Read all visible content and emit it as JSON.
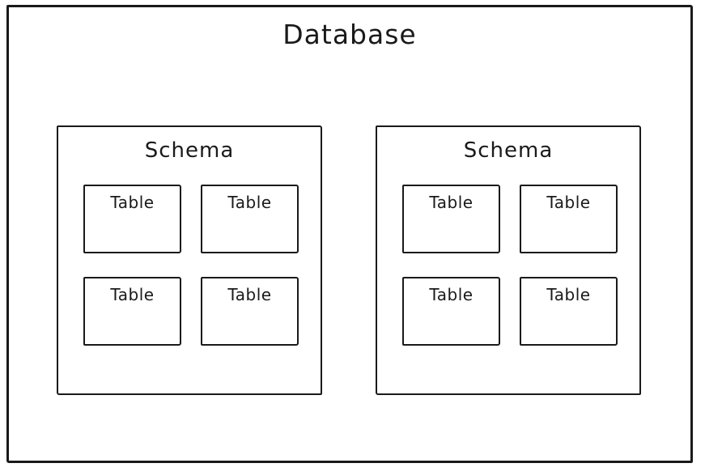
{
  "diagram": {
    "title": "Database",
    "colors": {
      "stroke": "#1a1a1a",
      "background": "#ffffff"
    },
    "schemas": [
      {
        "label": "Schema",
        "tables": [
          {
            "label": "Table"
          },
          {
            "label": "Table"
          },
          {
            "label": "Table"
          },
          {
            "label": "Table"
          }
        ]
      },
      {
        "label": "Schema",
        "tables": [
          {
            "label": "Table"
          },
          {
            "label": "Table"
          },
          {
            "label": "Table"
          },
          {
            "label": "Table"
          }
        ]
      }
    ]
  }
}
